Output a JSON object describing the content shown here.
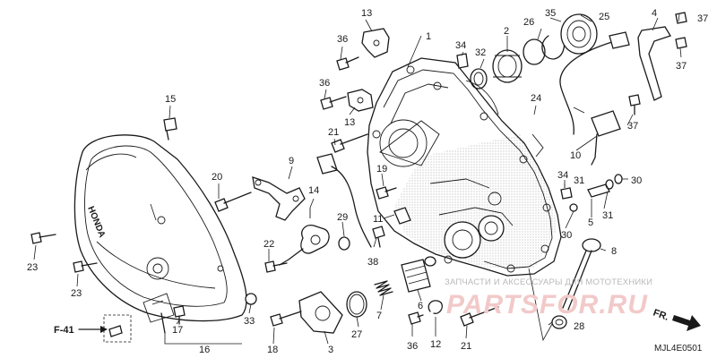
{
  "diagram": {
    "callouts": {
      "c1": "1",
      "c2": "2",
      "c3": "3",
      "c4": "4",
      "c5": "5",
      "c6": "6",
      "c7": "7",
      "c8": "8",
      "c9": "9",
      "c10": "10",
      "c11": "11",
      "c12": "12",
      "c13a": "13",
      "c13b": "13",
      "c14": "14",
      "c15": "15",
      "c16": "16",
      "c17": "17",
      "c18": "18",
      "c19": "19",
      "c20": "20",
      "c21a": "21",
      "c21b": "21",
      "c22": "22",
      "c23a": "23",
      "c23b": "23",
      "c24": "24",
      "c25": "25",
      "c26": "26",
      "c27": "27",
      "c28": "28",
      "c29": "29",
      "c30a": "30",
      "c30b": "30",
      "c31a": "31",
      "c31b": "31",
      "c32": "32",
      "c33": "33",
      "c34a": "34",
      "c34b": "34",
      "c35": "35",
      "c36a": "36",
      "c36b": "36",
      "c36c": "36",
      "c37a": "37",
      "c37b": "37",
      "c37c": "37",
      "c38": "38"
    },
    "reference_label": "F-41",
    "direction_label": "FR.",
    "diagram_code": "MJL4E0501",
    "cover_logo_text": "HONDA"
  },
  "watermark": {
    "subtitle": "ЗАПЧАСТИ И АКСЕССУАРЫ ДЛЯ МОТОТЕХНИКИ",
    "main": "PARTSFOR.RU"
  }
}
